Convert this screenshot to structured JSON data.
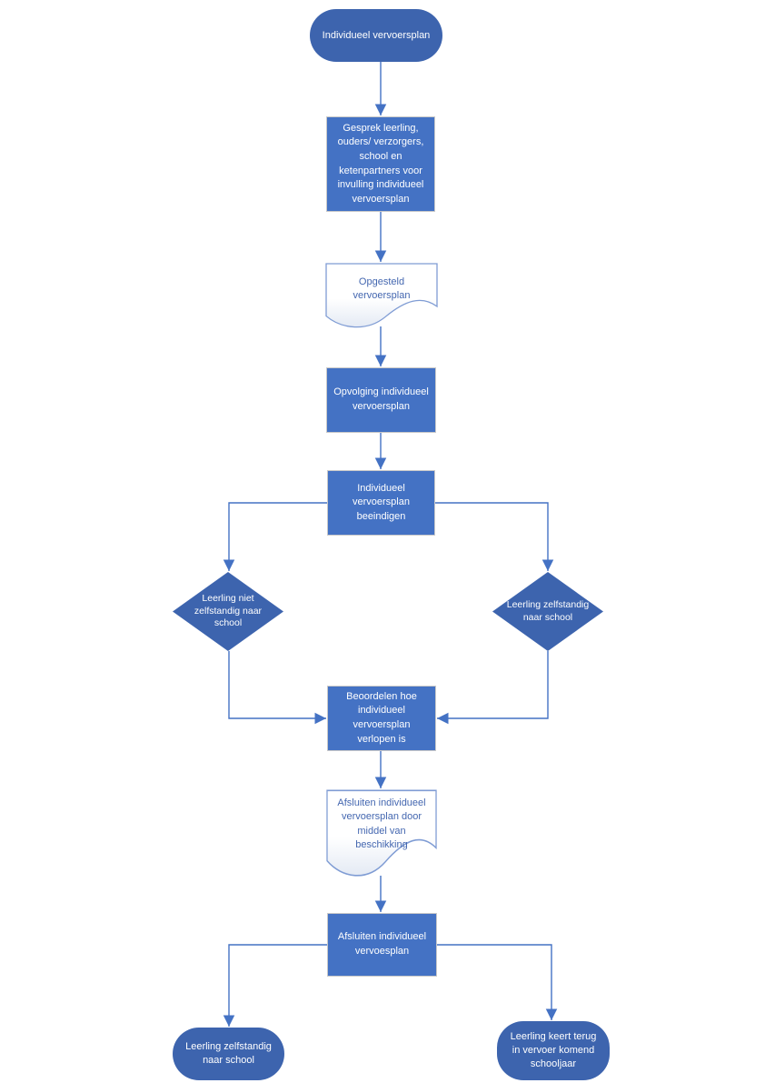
{
  "diagram_type": "flowchart",
  "language": "nl",
  "colors": {
    "background": "#ffffff",
    "process_fill": "#4472c4",
    "process_border": "#c9c9c9",
    "terminator_fill": "#3d64ae",
    "decision_fill": "#3d64ae",
    "document_border": "#7f9cd4",
    "document_text": "#4467b0",
    "connector": "#4472c4",
    "node_text": "#ffffff"
  },
  "nodes": {
    "start": {
      "type": "terminator",
      "label": "Individueel vervoersplan"
    },
    "gesprek": {
      "type": "process",
      "label": "Gesprek leerling, ouders/ verzorgers, school en ketenpartners voor invulling individueel vervoersplan"
    },
    "opgesteld": {
      "type": "document",
      "label": "Opgesteld vervoersplan"
    },
    "opvolging": {
      "type": "process",
      "label": "Opvolging individueel vervoersplan"
    },
    "beeindigen": {
      "type": "process",
      "label": "Individueel vervoersplan beeindigen"
    },
    "niet_zelfstandig": {
      "type": "decision",
      "label": "Leerling niet zelfstandig naar school"
    },
    "zelfstandig": {
      "type": "decision",
      "label": "Leerling zelfstandig naar school"
    },
    "beoordelen": {
      "type": "process",
      "label": "Beoordelen hoe individueel vervoersplan verlopen is"
    },
    "afsluiten_beschikking": {
      "type": "document",
      "label": "Afsluiten individueel vervoersplan door middel van beschikking"
    },
    "afsluiten": {
      "type": "process",
      "label": "Afsluiten individueel vervoesplan"
    },
    "eind_zelfstandig": {
      "type": "terminator",
      "label": "Leerling zelfstandig naar school"
    },
    "eind_terug": {
      "type": "terminator",
      "label": "Leerling keert terug in vervoer komend schooljaar"
    }
  }
}
